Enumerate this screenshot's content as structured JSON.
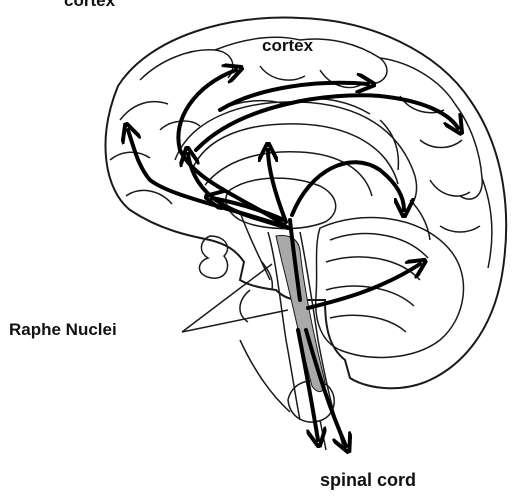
{
  "labels": {
    "cortex_top": "cortex",
    "cortex": "cortex",
    "raphe_nuclei": "Raphe Nuclei",
    "spinal_cord": "spinal cord"
  },
  "colors": {
    "outline": "#1a1a1a",
    "arrow": "#000000",
    "nucleus_fill": "#a9a9a9",
    "background": "#ffffff"
  }
}
